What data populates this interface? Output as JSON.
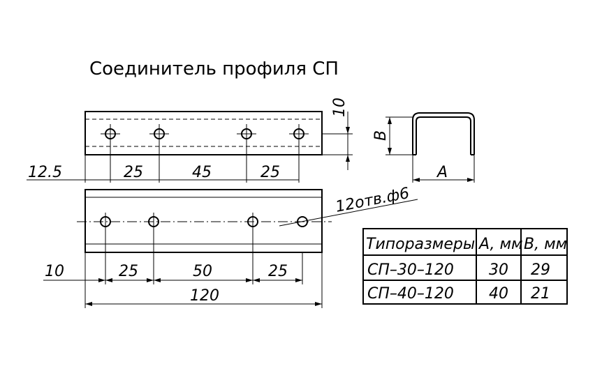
{
  "title": "Соединитель профиля СП",
  "top_view": {
    "dim_height": "10",
    "dim_edge": "12.5",
    "dim_s1": "25",
    "dim_s2": "45",
    "dim_s3": "25"
  },
  "bottom_view": {
    "holes_note": "12отв.ф6",
    "dim_edge": "10",
    "dim_s1": "25",
    "dim_s2": "50",
    "dim_s3": "25",
    "dim_total": "120"
  },
  "profile": {
    "label_b": "B",
    "label_a": "A"
  },
  "table": {
    "headers": [
      "Типоразмеры",
      "A, мм",
      "B, мм"
    ],
    "rows": [
      [
        "СП–30–120",
        "30",
        "29"
      ],
      [
        "СП–40–120",
        "40",
        "21"
      ]
    ]
  }
}
